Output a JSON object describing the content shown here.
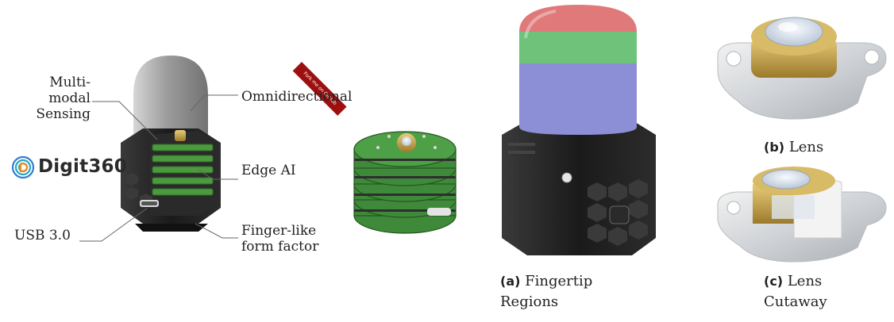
{
  "brand": {
    "name": "Digit360",
    "ribbon_text": "Fork me on GitHub"
  },
  "callouts": {
    "multimodal_line1": "Multi-modal",
    "multimodal_line2": "Sensing",
    "omnidirectional": "Omnidirectional",
    "edge_ai": "Edge AI",
    "usb": "USB 3.0",
    "finger_line1": "Finger-like",
    "finger_line2": "form factor"
  },
  "captions": {
    "a_tag": "(a)",
    "a_line1": "Fingertip",
    "a_line2": "Regions",
    "b_tag": "(b)",
    "b_text": "Lens",
    "c_tag": "(c)",
    "c_line1": "Lens",
    "c_line2": "Cutaway"
  },
  "colors": {
    "region_top": "#e07a7a",
    "region_middle": "#6fc27a",
    "region_bottom": "#8d8fd6",
    "pcb_green": "#3f8a3a",
    "body_black": "#1c1c1c",
    "brass": "#c9a24a"
  }
}
